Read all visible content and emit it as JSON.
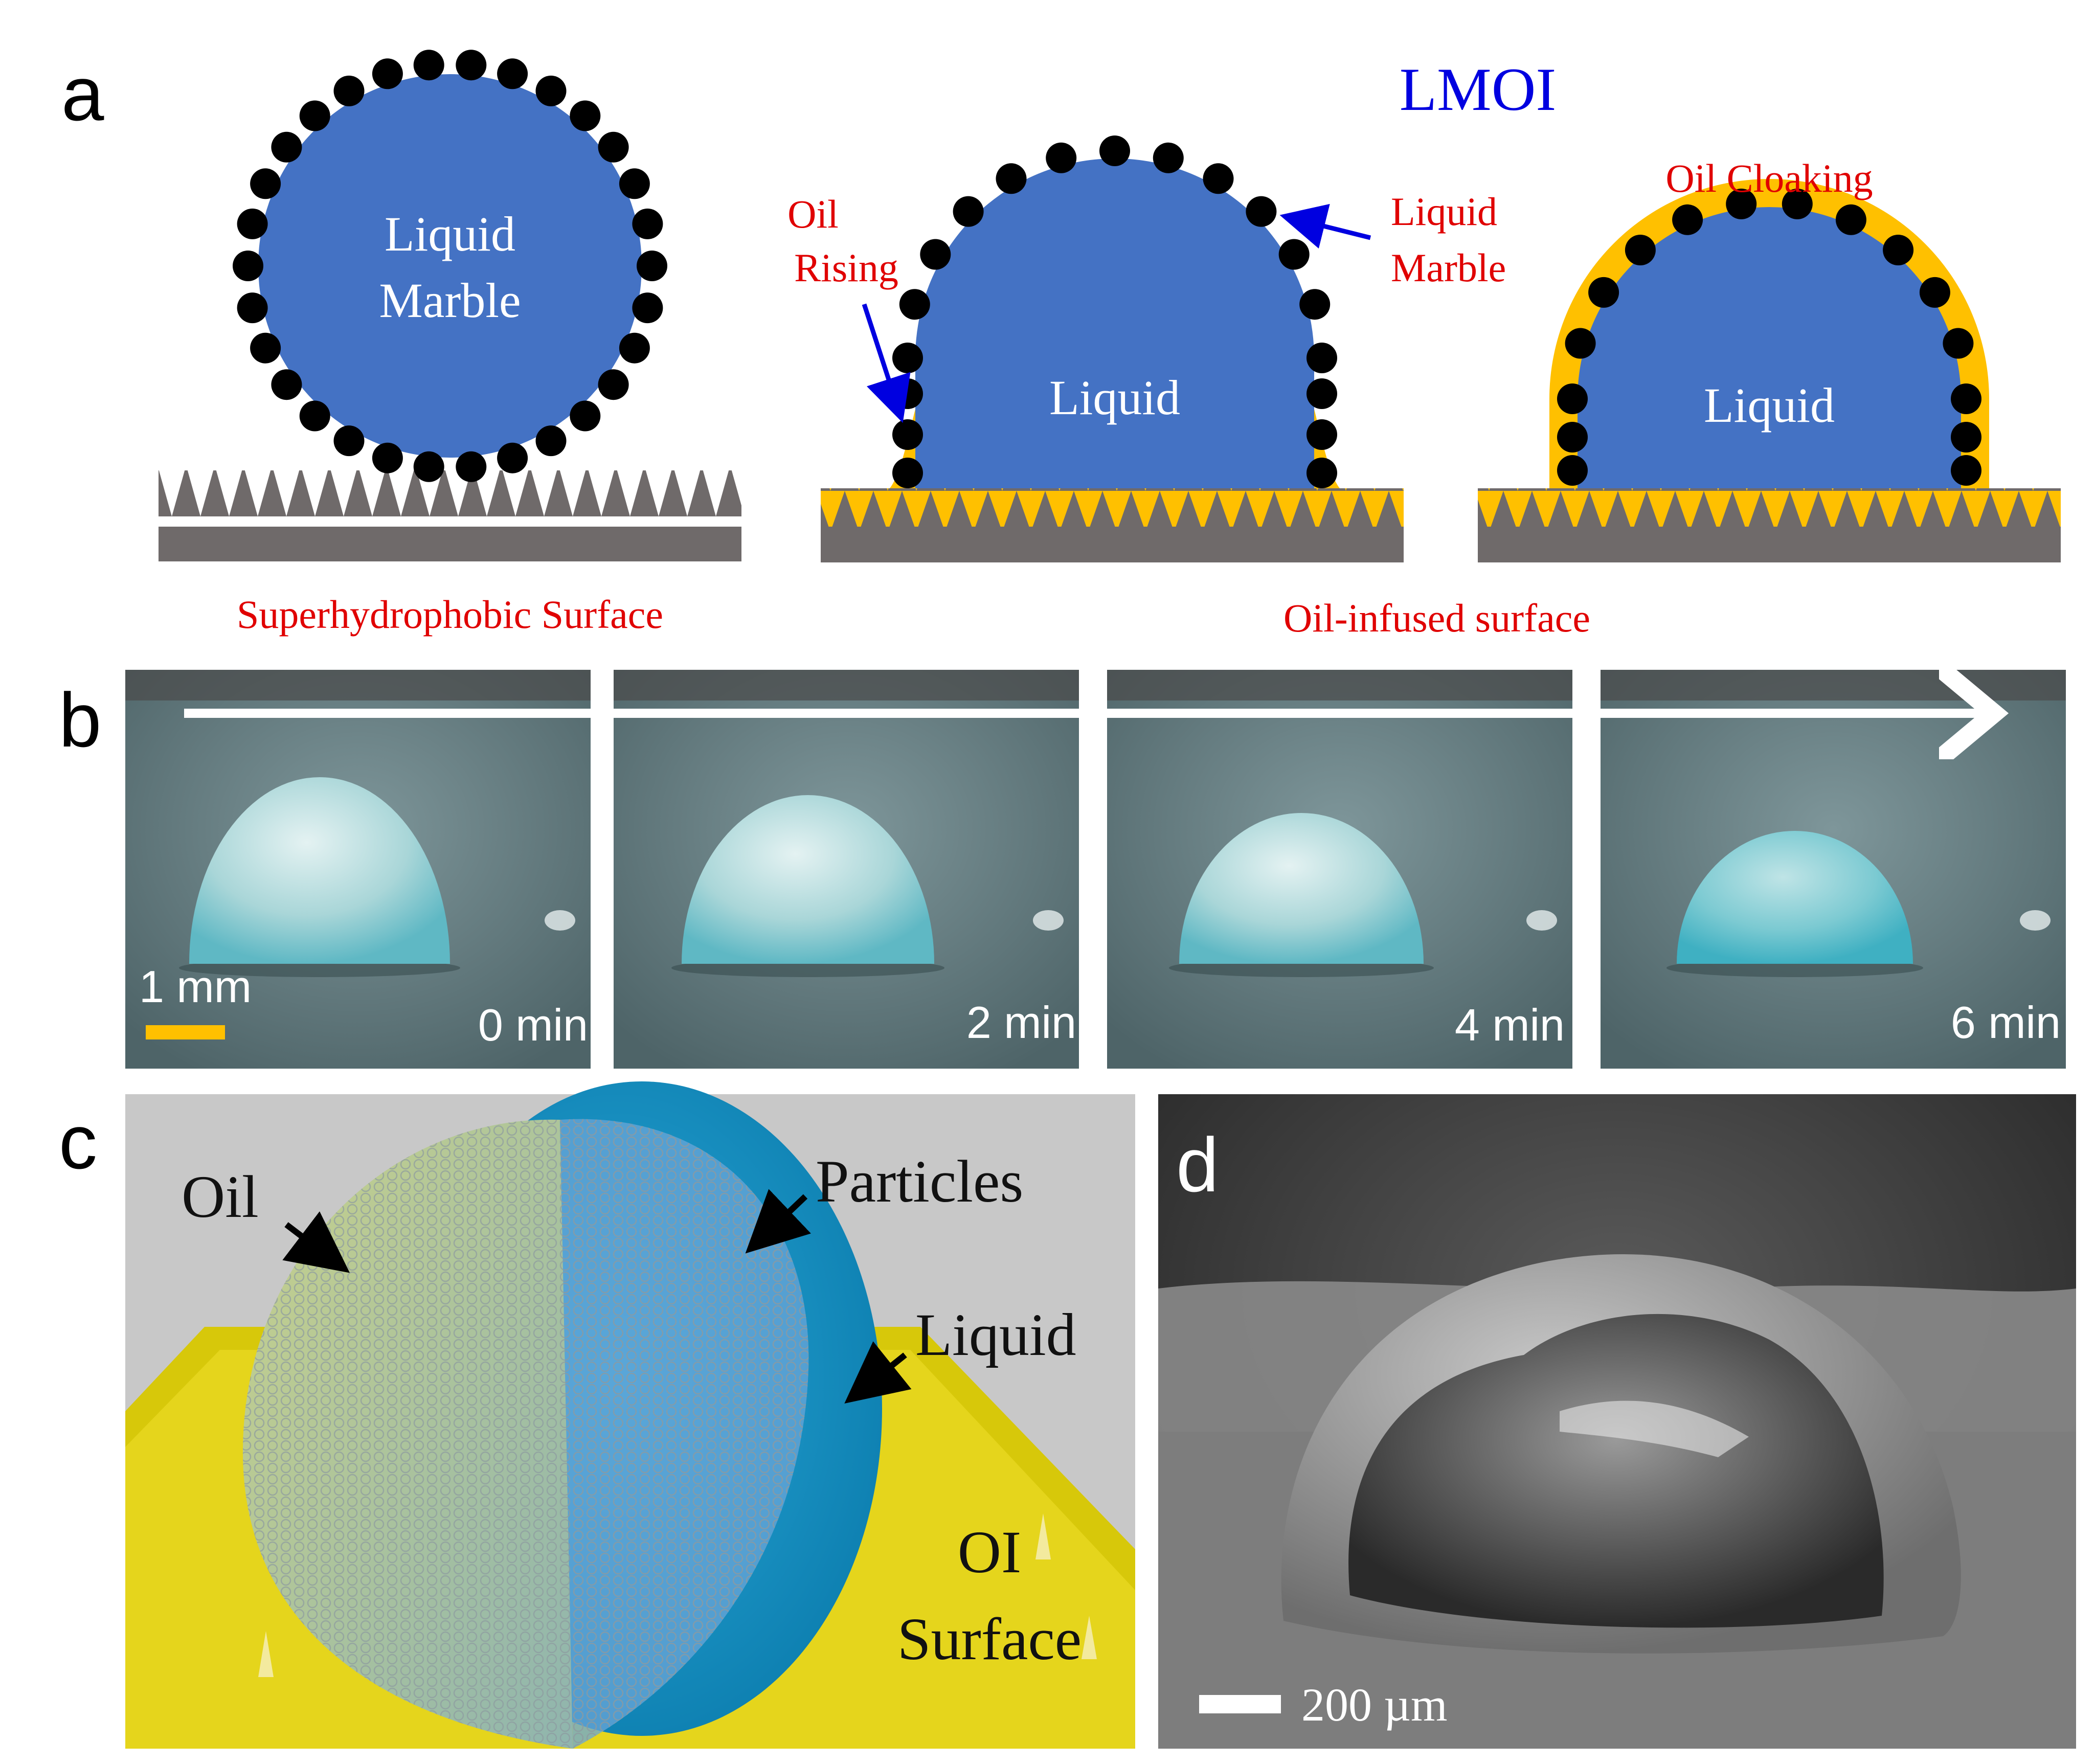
{
  "panel_labels": {
    "a": "a",
    "b": "b",
    "c": "c",
    "d": "d"
  },
  "panel_a": {
    "title": "LMOI",
    "marble_label_line1": "Liquid",
    "marble_label_line2": "Marble",
    "liquid_label_mid": "Liquid",
    "liquid_label_right": "Liquid",
    "oil_rising_line1": "Oil",
    "oil_rising_line2": "Rising",
    "liquid_marble_line1": "Liquid",
    "liquid_marble_line2": "Marble",
    "oil_cloaking": "Oil Cloaking",
    "superhydrophobic_label": "Superhydrophobic Surface",
    "oil_infused_label": "Oil-infused surface",
    "colors": {
      "liquid": "#4472c4",
      "oil": "#ffc000",
      "substrate": "#6f6a6a",
      "red_text": "#e00000",
      "blue_text": "#0000e0"
    }
  },
  "panel_b": {
    "scale_label": "1 mm",
    "times": [
      "0 min",
      "2 min",
      "4 min",
      "6 min"
    ]
  },
  "panel_c": {
    "oil": "Oil",
    "particles": "Particles",
    "liquid": "Liquid",
    "oi_line1": "OI",
    "oi_line2": "Surface"
  },
  "panel_d": {
    "scale_label": "200 µm"
  }
}
